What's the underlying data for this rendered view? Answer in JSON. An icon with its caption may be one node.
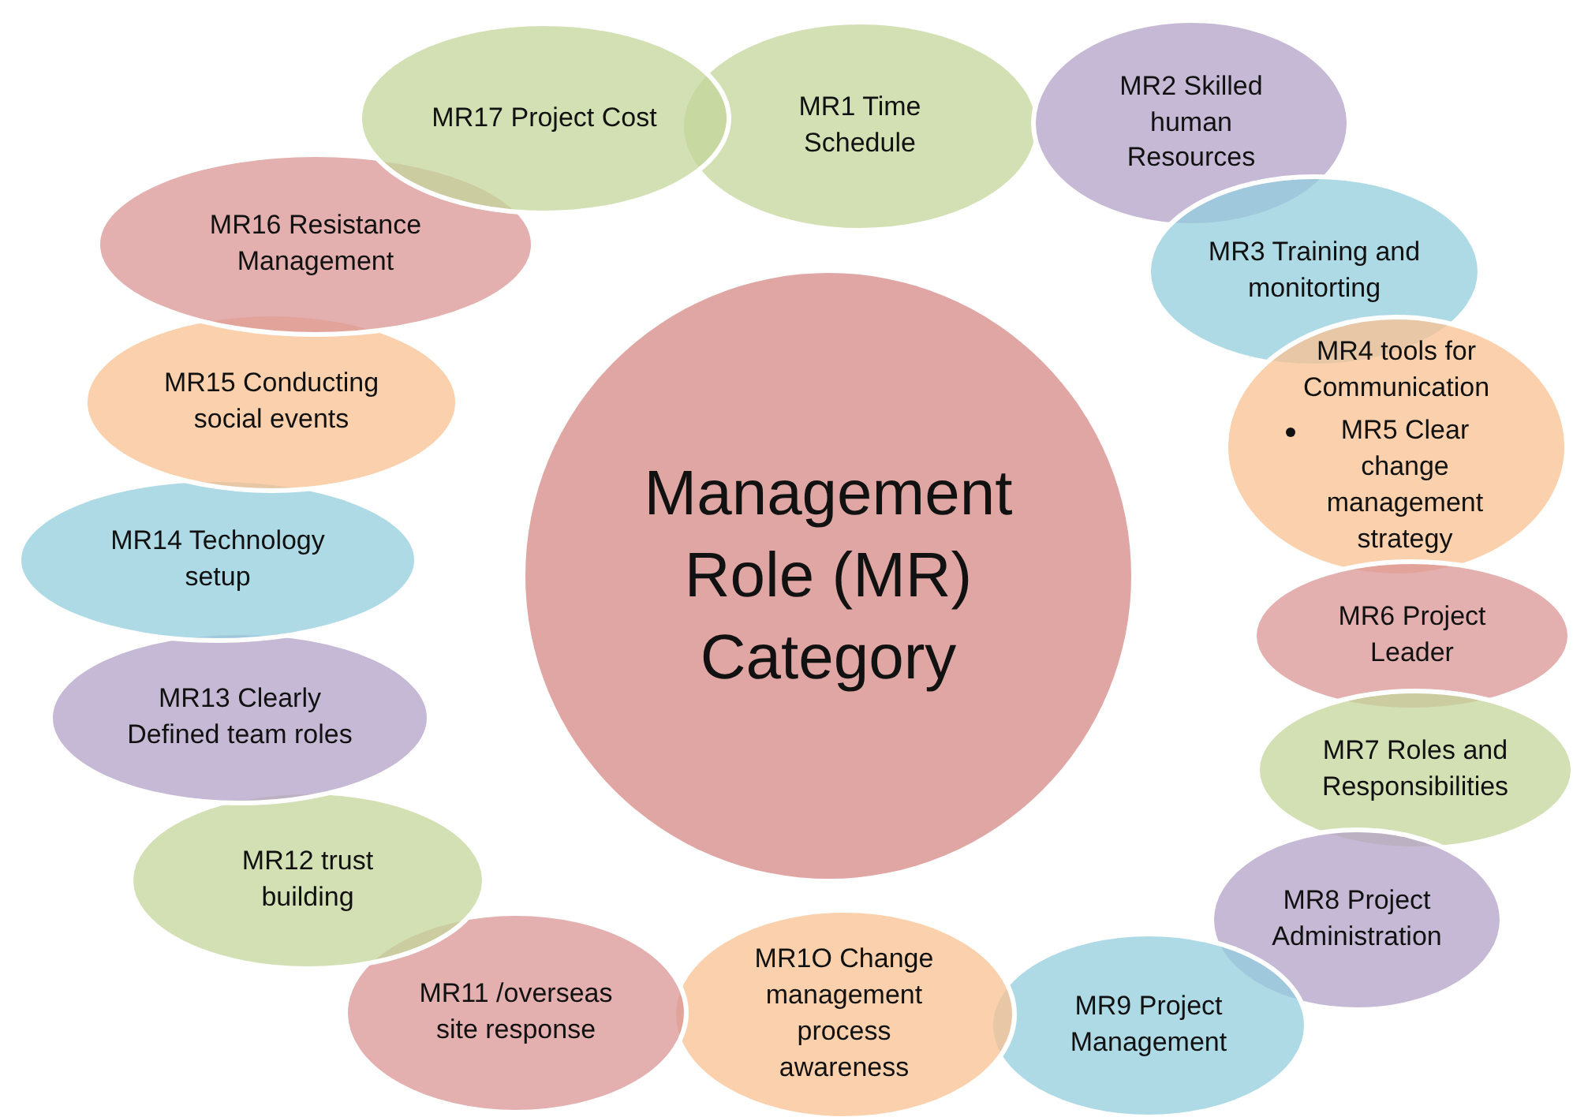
{
  "diagram": {
    "nodes": [
      {
        "text": [
          "Management Role (MR) Category"
        ]
      },
      {
        "text": [
          "MR1 Time Schedule"
        ]
      },
      {
        "text": [
          "MR2 Skilled human Resources"
        ]
      },
      {
        "text": [
          "MR3 Training and monitorting"
        ]
      },
      {
        "text": [
          "MR4 tools for Communication",
          "MR5 Clear change management strategy"
        ]
      },
      {
        "text": [
          "MR6 Project Leader"
        ]
      },
      {
        "text": [
          "MR7 Roles and Responsibilities"
        ]
      },
      {
        "text": [
          "MR8 Project Administration"
        ]
      },
      {
        "text": [
          "MR9 Project Management"
        ]
      },
      {
        "text": [
          "MR1O Change management process awareness"
        ]
      },
      {
        "text": [
          "MR11 /overseas site response"
        ]
      },
      {
        "text": [
          "MR12 trust building"
        ]
      },
      {
        "text": [
          "MR13 Clearly Defined team roles"
        ]
      },
      {
        "text": [
          "MR14 Technology setup"
        ]
      },
      {
        "text": [
          "MR15 Conducting social events"
        ]
      },
      {
        "text": [
          "MR16 Resistance Management"
        ]
      },
      {
        "text": [
          "MR17 Project Cost"
        ]
      }
    ]
  }
}
